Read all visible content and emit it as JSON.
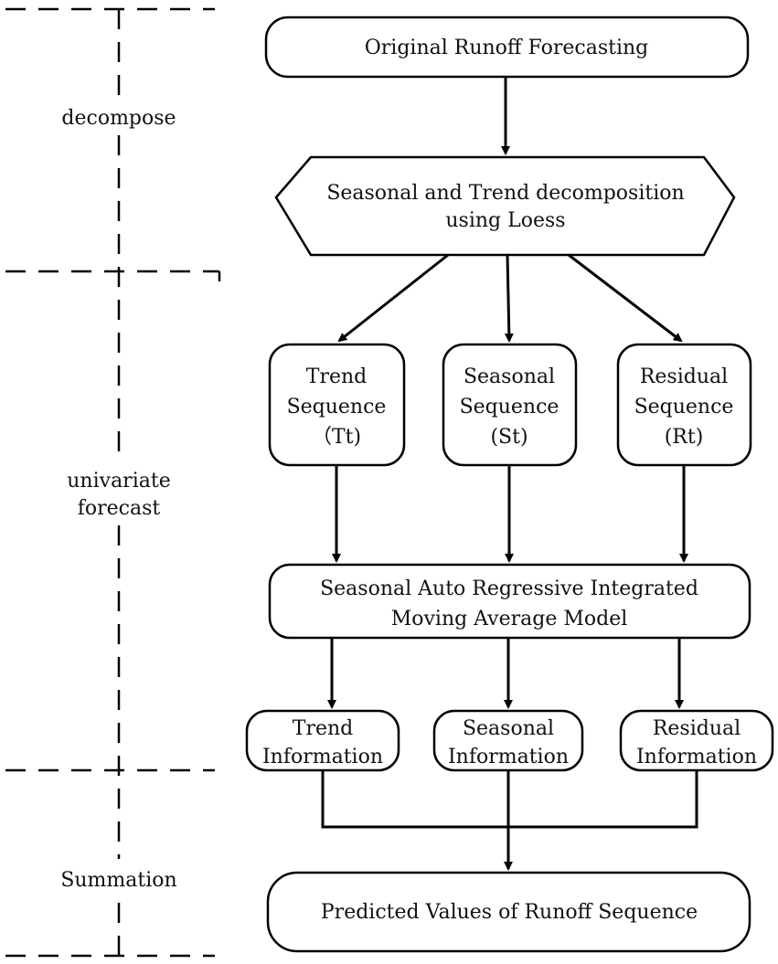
{
  "stages": {
    "decompose": "decompose",
    "univariate_line1": "univariate",
    "univariate_line2": "forecast",
    "summation": "Summation"
  },
  "nodes": {
    "original": "Original Runoff Forecasting",
    "stl_line1": "Seasonal and Trend decomposition",
    "stl_line2": "using Loess",
    "trend_seq": [
      "Trend",
      "Sequence",
      "（Tt)"
    ],
    "seasonal_seq": [
      "Seasonal",
      "Sequence",
      "(St)"
    ],
    "residual_seq": [
      "Residual",
      "Sequence",
      "(Rt)"
    ],
    "sarima_line1": "Seasonal Auto Regressive Integrated",
    "sarima_line2": "Moving Average Model",
    "trend_info": [
      "Trend",
      "Information"
    ],
    "seasonal_info": [
      "Seasonal",
      "Information"
    ],
    "residual_info": [
      "Residual",
      "Information"
    ],
    "predicted": "Predicted Values of Runoff Sequence"
  }
}
